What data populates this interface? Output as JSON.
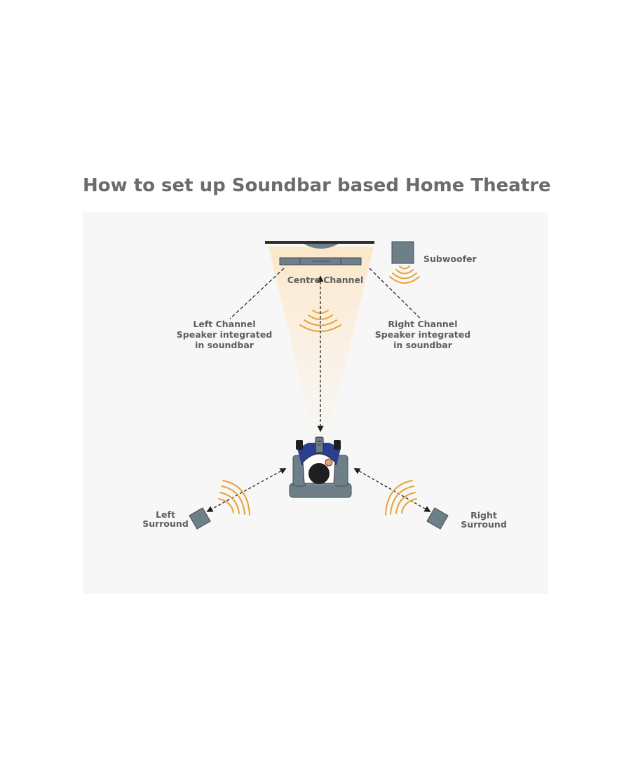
{
  "title": "How to set up Soundbar based Home Theatre",
  "labels": {
    "subwoofer": "Subwoofer",
    "centre": "Centre Channel",
    "left_channel": [
      "Left Channel",
      "Speaker integrated",
      "in soundbar"
    ],
    "right_channel": [
      "Right Channel",
      "Speaker integrated",
      "in soundbar"
    ],
    "left_surround": [
      "Left",
      "Surround"
    ],
    "right_surround": [
      "Right",
      "Surround"
    ]
  },
  "colors": {
    "title": "#6b6b6b",
    "panel": "#f7f7f7",
    "speaker": "#6e7f88",
    "sound_wave": "#e9a23a",
    "label": "#5e5e5e",
    "shirt": "#2a3f8f"
  }
}
